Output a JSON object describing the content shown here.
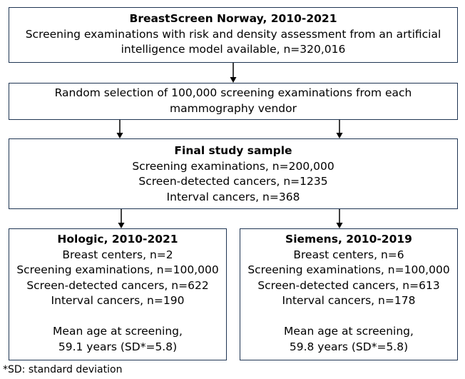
{
  "boxes": {
    "source": {
      "title": "BreastScreen Norway, 2010-2021",
      "lines": [
        "Screening examinations with risk and density assessment from an artificial",
        "intelligence model available,  n=320,016"
      ]
    },
    "selection": {
      "lines": [
        "Random selection of 100,000 screening examinations from each",
        "mammography vendor"
      ]
    },
    "final": {
      "title": "Final study sample",
      "lines": [
        "Screening examinations, n=200,000",
        "Screen-detected cancers, n=1235",
        "Interval cancers, n=368"
      ]
    },
    "hologic": {
      "title": "Hologic, 2010-2021",
      "lines": [
        "Breast centers, n=2",
        "Screening examinations, n=100,000",
        "Screen-detected cancers, n=622",
        "Interval cancers, n=190"
      ],
      "age_lines": [
        "Mean age at screening,",
        "59.1 years (SD*=5.8)"
      ]
    },
    "siemens": {
      "title": "Siemens, 2010-2019",
      "lines": [
        "Breast centers, n=6",
        "Screening examinations, n=100,000",
        "Screen-detected cancers, n=613",
        "Interval cancers, n=178"
      ],
      "age_lines": [
        "Mean age at screening,",
        "59.8 years (SD*=5.8)"
      ]
    }
  },
  "footnote": "*SD: standard deviation",
  "colors": {
    "box_border": "#1f3553",
    "arrow": "#000000"
  }
}
